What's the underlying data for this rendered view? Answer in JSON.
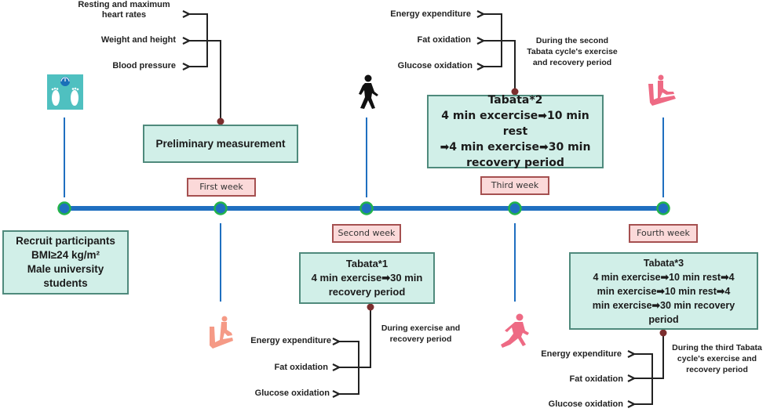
{
  "colors": {
    "timeline": "#1f6fc0",
    "node_fill": "#1f6fc0",
    "node_ring": "#22b34a",
    "box_fill": "#d1efe8",
    "box_border": "#4f8a7c",
    "week_fill": "#fbd9d9",
    "week_border": "#a55050",
    "connector_dot": "#7b2e2e",
    "scale_icon_bg": "#4fc0c0",
    "exercise_icon": "#ee6a84",
    "treadmill_icon_light": "#f59a86"
  },
  "icons": {
    "stage0": "bathroom-scale-icon",
    "stage2": "walking-person-icon",
    "stage3": "running-person-icon",
    "stage4": "treadmill-runner-icon",
    "stage1": "treadmill-runner-icon"
  },
  "weeks": {
    "first": "First week",
    "second": "Second week",
    "third": "Third week",
    "fourth": "Fourth week"
  },
  "recruit": {
    "lines": [
      "Recruit participants",
      "BMI≥24 kg/m²",
      "Male university",
      "students"
    ]
  },
  "preliminary": {
    "title": "Preliminary measurement",
    "measures": [
      "Resting and maximum heart rates",
      "Weight and height",
      "Blood pressure"
    ]
  },
  "tabata1": {
    "lines": [
      "Tabata*1",
      "4 min exercise➡30 min",
      "recovery period"
    ],
    "note": [
      "During exercise and",
      "recovery period"
    ],
    "measures": [
      "Energy expenditure",
      "Fat oxidation",
      "Glucose oxidation"
    ]
  },
  "tabata2": {
    "lines": [
      "Tabata*2",
      "4 min excercise➡10 min rest",
      "➡4 min exercise➡30 min",
      "recovery period"
    ],
    "note": [
      "During the second",
      "Tabata cycle's exercise",
      "and recovery period"
    ],
    "measures": [
      "Energy expenditure",
      "Fat oxidation",
      "Glucose oxidation"
    ]
  },
  "tabata3": {
    "lines": [
      "Tabata*3",
      "4 min exercise➡10 min rest➡4",
      "min exercise➡10 min rest➡4",
      "min exercise➡30 min recovery",
      "period"
    ],
    "note": [
      "During the third Tabata",
      "cycle's exercise and",
      "recovery period"
    ],
    "measures": [
      "Energy expenditure",
      "Fat oxidation",
      "Glucose oxidation"
    ]
  }
}
